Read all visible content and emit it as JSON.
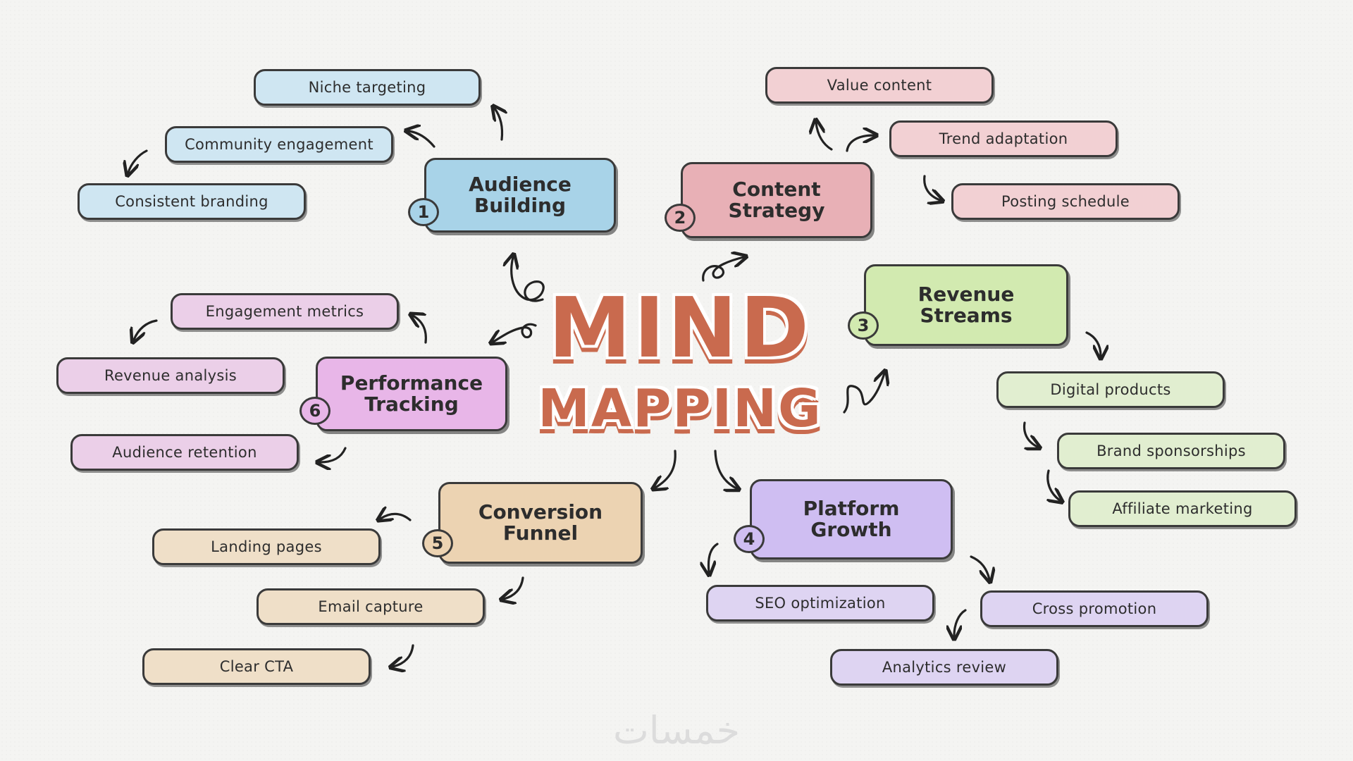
{
  "title": {
    "line1": "MIND",
    "line2": "MAPPING"
  },
  "watermark": "خمسات",
  "branches": [
    {
      "num": "1",
      "label": "Audience\nBuilding",
      "fill": "#a8d3e8",
      "pill_fill": "#cfe6f2",
      "items": [
        "Niche targeting",
        "Community engagement",
        "Consistent branding"
      ]
    },
    {
      "num": "2",
      "label": "Content\nStrategy",
      "fill": "#e8b0b6",
      "pill_fill": "#f2d0d3",
      "items": [
        "Value content",
        "Trend adaptation",
        "Posting schedule"
      ]
    },
    {
      "num": "3",
      "label": "Revenue\nStreams",
      "fill": "#d2eab0",
      "pill_fill": "#e1eed0",
      "items": [
        "Digital products",
        "Brand sponsorships",
        "Affiliate marketing"
      ]
    },
    {
      "num": "4",
      "label": "Platform\nGrowth",
      "fill": "#cfbef2",
      "pill_fill": "#ded4f2",
      "items": [
        "SEO optimization",
        "Cross promotion",
        "Analytics review"
      ]
    },
    {
      "num": "5",
      "label": "Conversion\nFunnel",
      "fill": "#ecd3b2",
      "pill_fill": "#efdfc8",
      "items": [
        "Landing pages",
        "Email capture",
        "Clear CTA"
      ]
    },
    {
      "num": "6",
      "label": "Performance\nTracking",
      "fill": "#e8b6e8",
      "pill_fill": "#ebcfe8",
      "items": [
        "Engagement metrics",
        "Revenue analysis",
        "Audience retention"
      ]
    }
  ]
}
